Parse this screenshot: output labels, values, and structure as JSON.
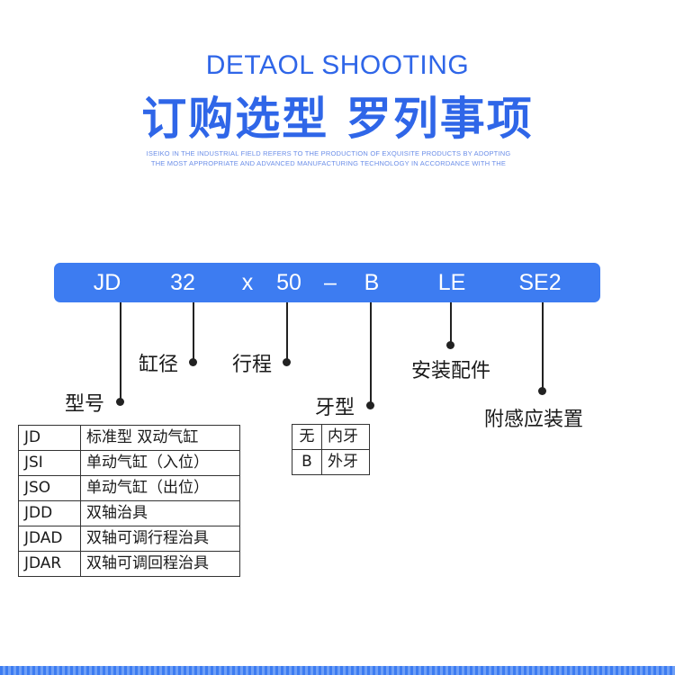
{
  "header": {
    "subtitle_en": "DETAOL SHOOTING",
    "title_cn": "订购选型 罗列事项",
    "tagline_line1": "ISEIKO IN THE INDUSTRIAL FIELD REFERS TO THE PRODUCTION OF EXQUISITE PRODUCTS BY ADOPTING",
    "tagline_line2": "THE MOST APPROPRIATE AND ADVANCED MANUFACTURING TECHNOLOGY IN ACCORDANCE WITH THE"
  },
  "code": {
    "model": "JD",
    "bore": "32",
    "times": "x",
    "stroke": "50",
    "dash": "–",
    "thread": "B",
    "mount": "LE",
    "sensor": "SE2"
  },
  "labels": {
    "model": "型号",
    "bore": "缸径",
    "stroke": "行程",
    "thread": "牙型",
    "mount": "安装配件",
    "sensor": "附感应装置"
  },
  "model_table": [
    {
      "code": "JD",
      "desc": "标准型 双动气缸"
    },
    {
      "code": "JSI",
      "desc": "单动气缸（入位）"
    },
    {
      "code": "JSO",
      "desc": "单动气缸（出位）"
    },
    {
      "code": "JDD",
      "desc": "双轴治具"
    },
    {
      "code": "JDAD",
      "desc": "双轴可调行程治具"
    },
    {
      "code": "JDAR",
      "desc": "双轴可调回程治具"
    }
  ],
  "thread_table": [
    {
      "code": "无",
      "desc": "内牙"
    },
    {
      "code": "B",
      "desc": "外牙"
    }
  ],
  "colors": {
    "accent": "#2f66e8",
    "bar": "#3d7cf1"
  }
}
